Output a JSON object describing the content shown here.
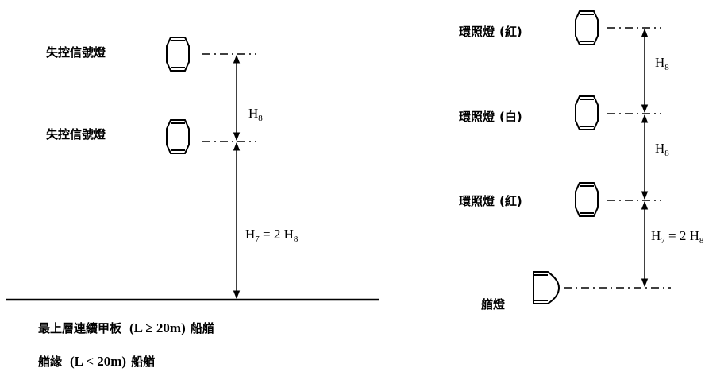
{
  "left": {
    "lamp_top": "失控信號燈",
    "lamp_bottom": "失控信號燈",
    "dim_upper": {
      "main": "H",
      "sub": "8"
    },
    "dim_lower": {
      "main": "H",
      "sub7": "7",
      "mid": " = 2 H",
      "sub8": "8"
    },
    "caption1": {
      "cjk": "最上層連續甲板",
      "math": "(L ≥ 20m)",
      "tail": "船艏"
    },
    "caption2": {
      "cjk": "艏緣",
      "math": "(L < 20m)",
      "tail": "船艏"
    }
  },
  "right": {
    "lamp1": {
      "label": "環照燈",
      "color": "(紅)"
    },
    "lamp2": {
      "label": "環照燈",
      "color": "(白)"
    },
    "lamp3": {
      "label": "環照燈",
      "color": "(紅)"
    },
    "lamp4": {
      "label": "艏燈"
    },
    "dim1": {
      "main": "H",
      "sub": "8"
    },
    "dim2": {
      "main": "H",
      "sub": "8"
    },
    "dim3": {
      "main": "H",
      "sub7": "7",
      "mid": " = 2 H",
      "sub8": "8"
    }
  }
}
